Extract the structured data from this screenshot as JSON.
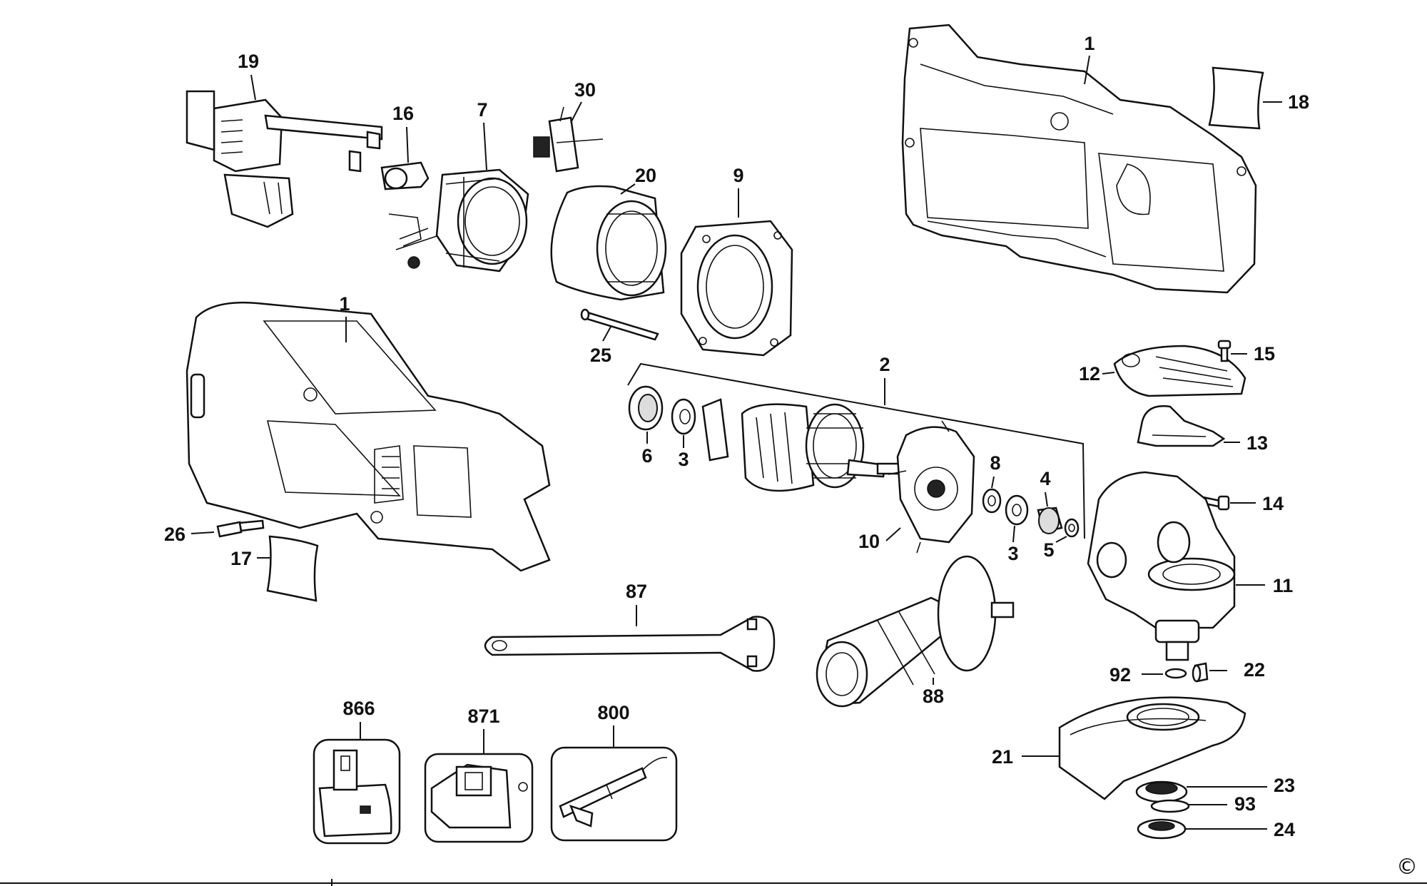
{
  "labels": {
    "p19": "19",
    "p16": "16",
    "p7": "7",
    "p30": "30",
    "p20": "20",
    "p9": "9",
    "p1_top": "1",
    "p18": "18",
    "p1_body": "1",
    "p25": "25",
    "p2": "2",
    "p15": "15",
    "p12": "12",
    "p13": "13",
    "p6": "6",
    "p3_a": "3",
    "p8": "8",
    "p4": "4",
    "p10": "10",
    "p3_b": "3",
    "p5": "5",
    "p14": "14",
    "p11": "11",
    "p26": "26",
    "p17": "17",
    "p87": "87",
    "p88": "88",
    "p92": "92",
    "p22": "22",
    "p866": "866",
    "p871": "871",
    "p800": "800",
    "p21": "21",
    "p23": "23",
    "p93": "93",
    "p24": "24"
  },
  "copyright_symbol": "©",
  "colors": {
    "line": "#111111",
    "background": "#ffffff"
  }
}
